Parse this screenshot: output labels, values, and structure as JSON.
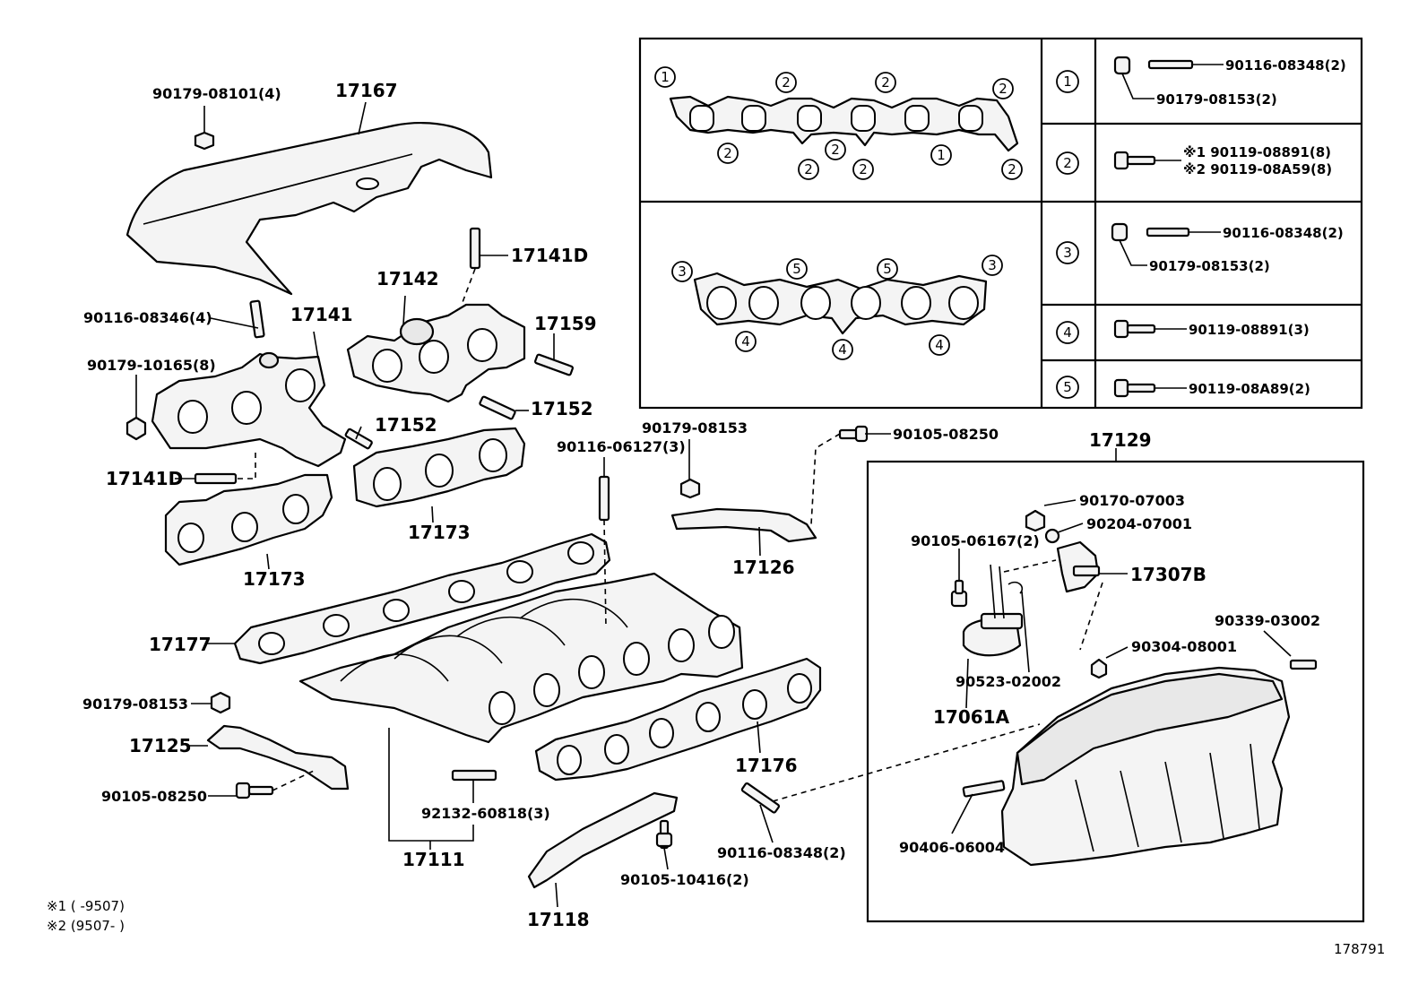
{
  "diagram_ref": "178791",
  "notes": [
    "※1 (      -9507)",
    "※2 (9507-      )"
  ],
  "callouts": [
    "1",
    "2",
    "3",
    "4",
    "5"
  ],
  "parts": {
    "p90179_08101": "90179-08101(4)",
    "p17167": "17167",
    "p17141D_a": "17141D",
    "p17142": "17142",
    "p90116_08346": "90116-08346(4)",
    "p17141": "17141",
    "p17159": "17159",
    "p90179_10165": "90179-10165(8)",
    "p17152_a": "17152",
    "p17152_b": "17152",
    "p17141D_b": "17141D",
    "p17173_a": "17173",
    "p17173_b": "17173",
    "p90179_08153_a": "90179-08153",
    "p90116_06127": "90116-06127(3)",
    "p90105_08250_a": "90105-08250",
    "p17129": "17129",
    "p17126": "17126",
    "p90170_07003": "90170-07003",
    "p90204_07001": "90204-07001",
    "p90105_06167": "90105-06167(2)",
    "p17307B": "17307B",
    "p90339_03002": "90339-03002",
    "p90304_08001": "90304-08001",
    "p17177": "17177",
    "p90523_02002": "90523-02002",
    "p17061A": "17061A",
    "p90179_08153_b": "90179-08153",
    "p17125": "17125",
    "p17176": "17176",
    "p90105_08250_b": "90105-08250",
    "p92132_60818": "92132-60818(3)",
    "p90116_08348": "90116-08348(2)",
    "p90406_06004": "90406-06004",
    "p17111": "17111",
    "p90105_10416": "90105-10416(2)",
    "p17118": "17118"
  },
  "legend_table": {
    "row1": {
      "key": "1",
      "part_a": "90116-08348(2)",
      "part_b": "90179-08153(2)"
    },
    "row2": {
      "key": "2",
      "part_a": "※1 90119-08891(8)",
      "part_b": "※2 90119-08A59(8)"
    },
    "row3": {
      "key": "3",
      "part_a": "90116-08348(2)",
      "part_b": "90179-08153(2)"
    },
    "row4": {
      "key": "4",
      "part_a": "90119-08891(3)"
    },
    "row5": {
      "key": "5",
      "part_a": "90119-08A89(2)"
    }
  }
}
